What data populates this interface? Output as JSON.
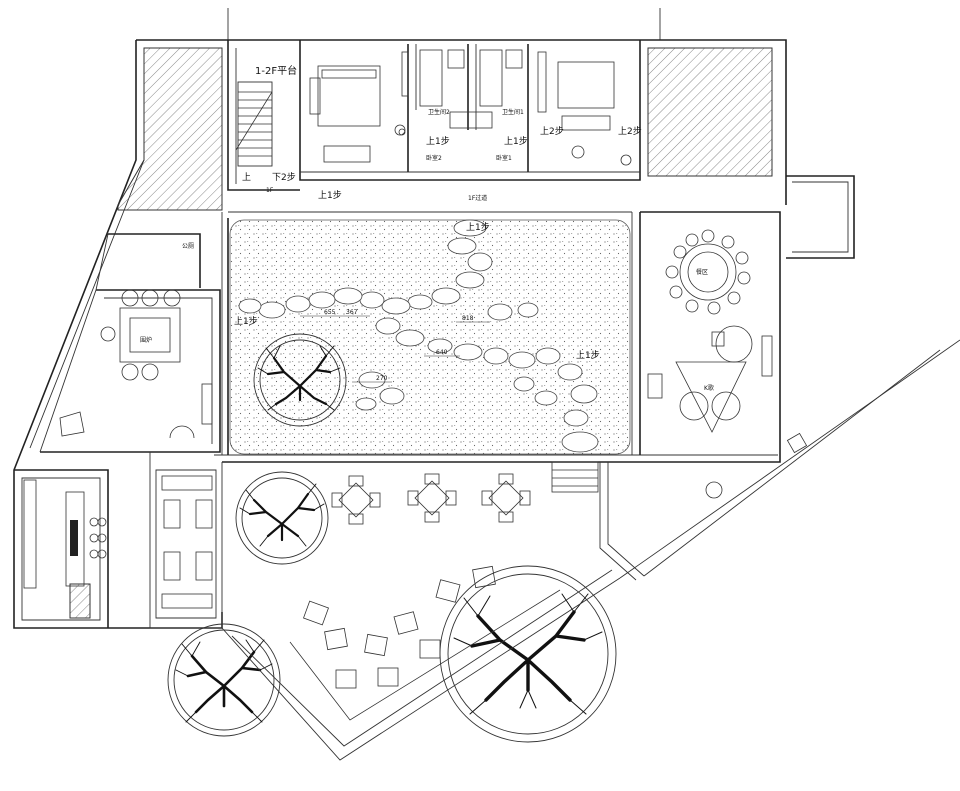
{
  "labels": {
    "platform": "1-2F平台",
    "floor": "1F",
    "down2": "下2步",
    "up_stair": "上",
    "up1_a": "上1步",
    "bath2": "卫生间2",
    "bath1": "卫生间1",
    "bedroom2": "卧室2",
    "bedroom1": "卧室1",
    "up1_b": "上1步",
    "up1_c": "上1步",
    "up2_a": "上2步",
    "up2_b": "上2步",
    "corridor": "1F过道",
    "up1_d": "上1步",
    "wc": "公厕",
    "dining": "餐区",
    "karaoke": "K歌",
    "tea": "围炉",
    "up1_e": "上1步",
    "up1_f": "上1步",
    "dim_655": "655",
    "dim_367": "367",
    "dim_818": "818",
    "dim_640": "640",
    "dim_270": "270"
  }
}
